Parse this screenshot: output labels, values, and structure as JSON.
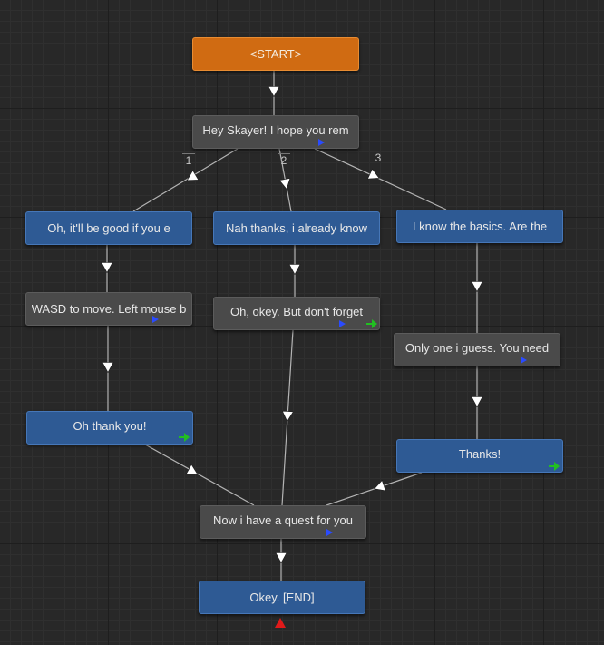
{
  "colors": {
    "background": "#282828",
    "wire": "#b4b4b4",
    "node_gray": "#4a4a4a",
    "node_blue": "#2e5a94",
    "node_orange": "#d06b12",
    "marker_blue": "#2a4bff",
    "marker_green": "#21c021",
    "end_marker": "#e01a1a"
  },
  "nodes": {
    "start": "<START>",
    "npc_greeting": "Hey Skayer! I hope you rem",
    "choice_1": "Oh, it'll be good if you e",
    "choice_2": "Nah thanks, i already know",
    "choice_3": "I know the basics. Are the",
    "npc_controls": "WASD to move. Left mouse b",
    "npc_reminder": "Oh, okey. But don't forget",
    "npc_one_guess": "Only one i guess. You need",
    "reply_thank_you": "Oh thank you!",
    "reply_thanks": "Thanks!",
    "npc_quest": "Now i have a quest for you",
    "end": "Okey. [END]"
  },
  "choice_numbers": [
    "1",
    "2",
    "3"
  ],
  "icons": {
    "npc_marker": "blue-play-icon",
    "reply_marker": "green-arrow-icon",
    "end_marker": "red-triangle-icon",
    "wire_arrow": "white-triangle-arrow-icon"
  }
}
